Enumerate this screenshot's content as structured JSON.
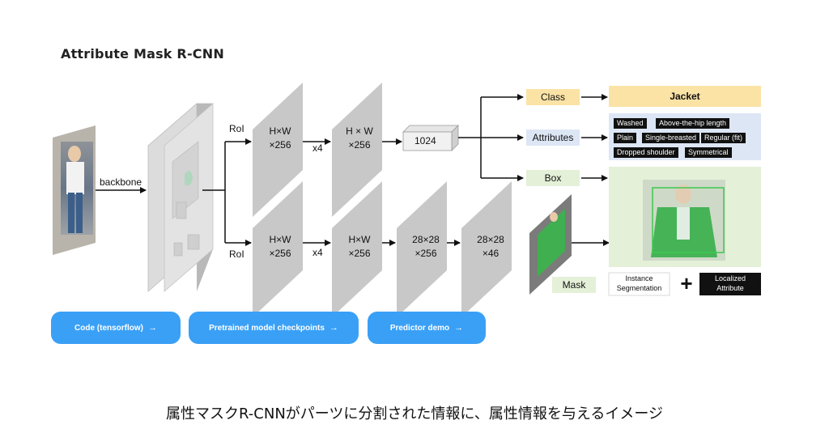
{
  "title": "Attribute Mask R-CNN",
  "diagram": {
    "backbone_label": "backbone",
    "roi_top_label": "RoI",
    "roi_bottom_label": "RoI",
    "block_top_1": "H×W\n×256",
    "block_top_2": "H × W\n×256",
    "x4_top": "x4",
    "fc_label": "1024",
    "block_bot_1": "H×W\n×256",
    "block_bot_2": "H×W\n×256",
    "block_bot_3": "28×28\n×256",
    "block_bot_4": "28×28\n×46",
    "x4_bottom": "x4",
    "head_class": "Class",
    "head_attributes": "Attributes",
    "head_box": "Box",
    "head_mask": "Mask",
    "result_class": "Jacket",
    "result_attributes": [
      "Washed",
      "Above-the-hip length",
      "Plain",
      "Single-breasted",
      "Regular (fit)",
      "Dropped shoulder",
      "Symmetrical"
    ],
    "instance_segmentation": "Instance\nSegmentation",
    "plus": "+",
    "localized_attribute": "Localized\nAttribute",
    "colors": {
      "class_bg": "#fbe3a6",
      "attributes_bg": "#dde6f5",
      "box_bg": "#e4f0d8",
      "block_face": "#c8c8c8",
      "button": "#3aa0f6"
    }
  },
  "buttons": [
    {
      "label": "Code (tensorflow)",
      "icon": "arrow-right-icon"
    },
    {
      "label": "Pretrained model checkpoints",
      "icon": "arrow-right-icon"
    },
    {
      "label": "Predictor demo",
      "icon": "arrow-right-icon"
    }
  ],
  "caption": "属性マスクR-CNNがパーツに分割された情報に、属性情報を与えるイメージ"
}
